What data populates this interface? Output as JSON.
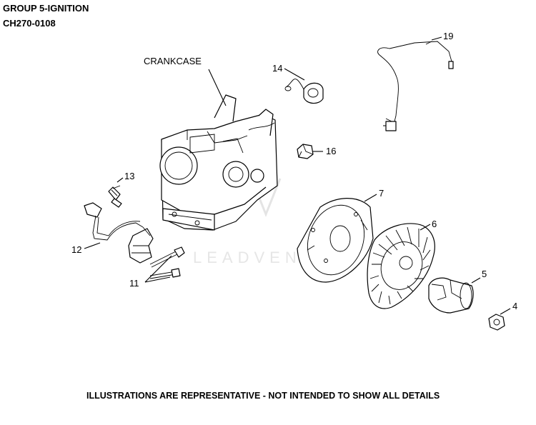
{
  "header": {
    "group": "GROUP 5-IGNITION",
    "model": "CH270-0108"
  },
  "callouts": {
    "crankcase": "CRANKCASE",
    "p4": "4",
    "p5": "5",
    "p6": "6",
    "p7": "7",
    "p11": "11",
    "p12": "12",
    "p13": "13",
    "p14": "14",
    "p16": "16",
    "p19": "19"
  },
  "watermark": "LEADVENTURE",
  "footer": "ILLUSTRATIONS ARE REPRESENTATIVE - NOT INTENDED TO SHOW ALL DETAILS"
}
